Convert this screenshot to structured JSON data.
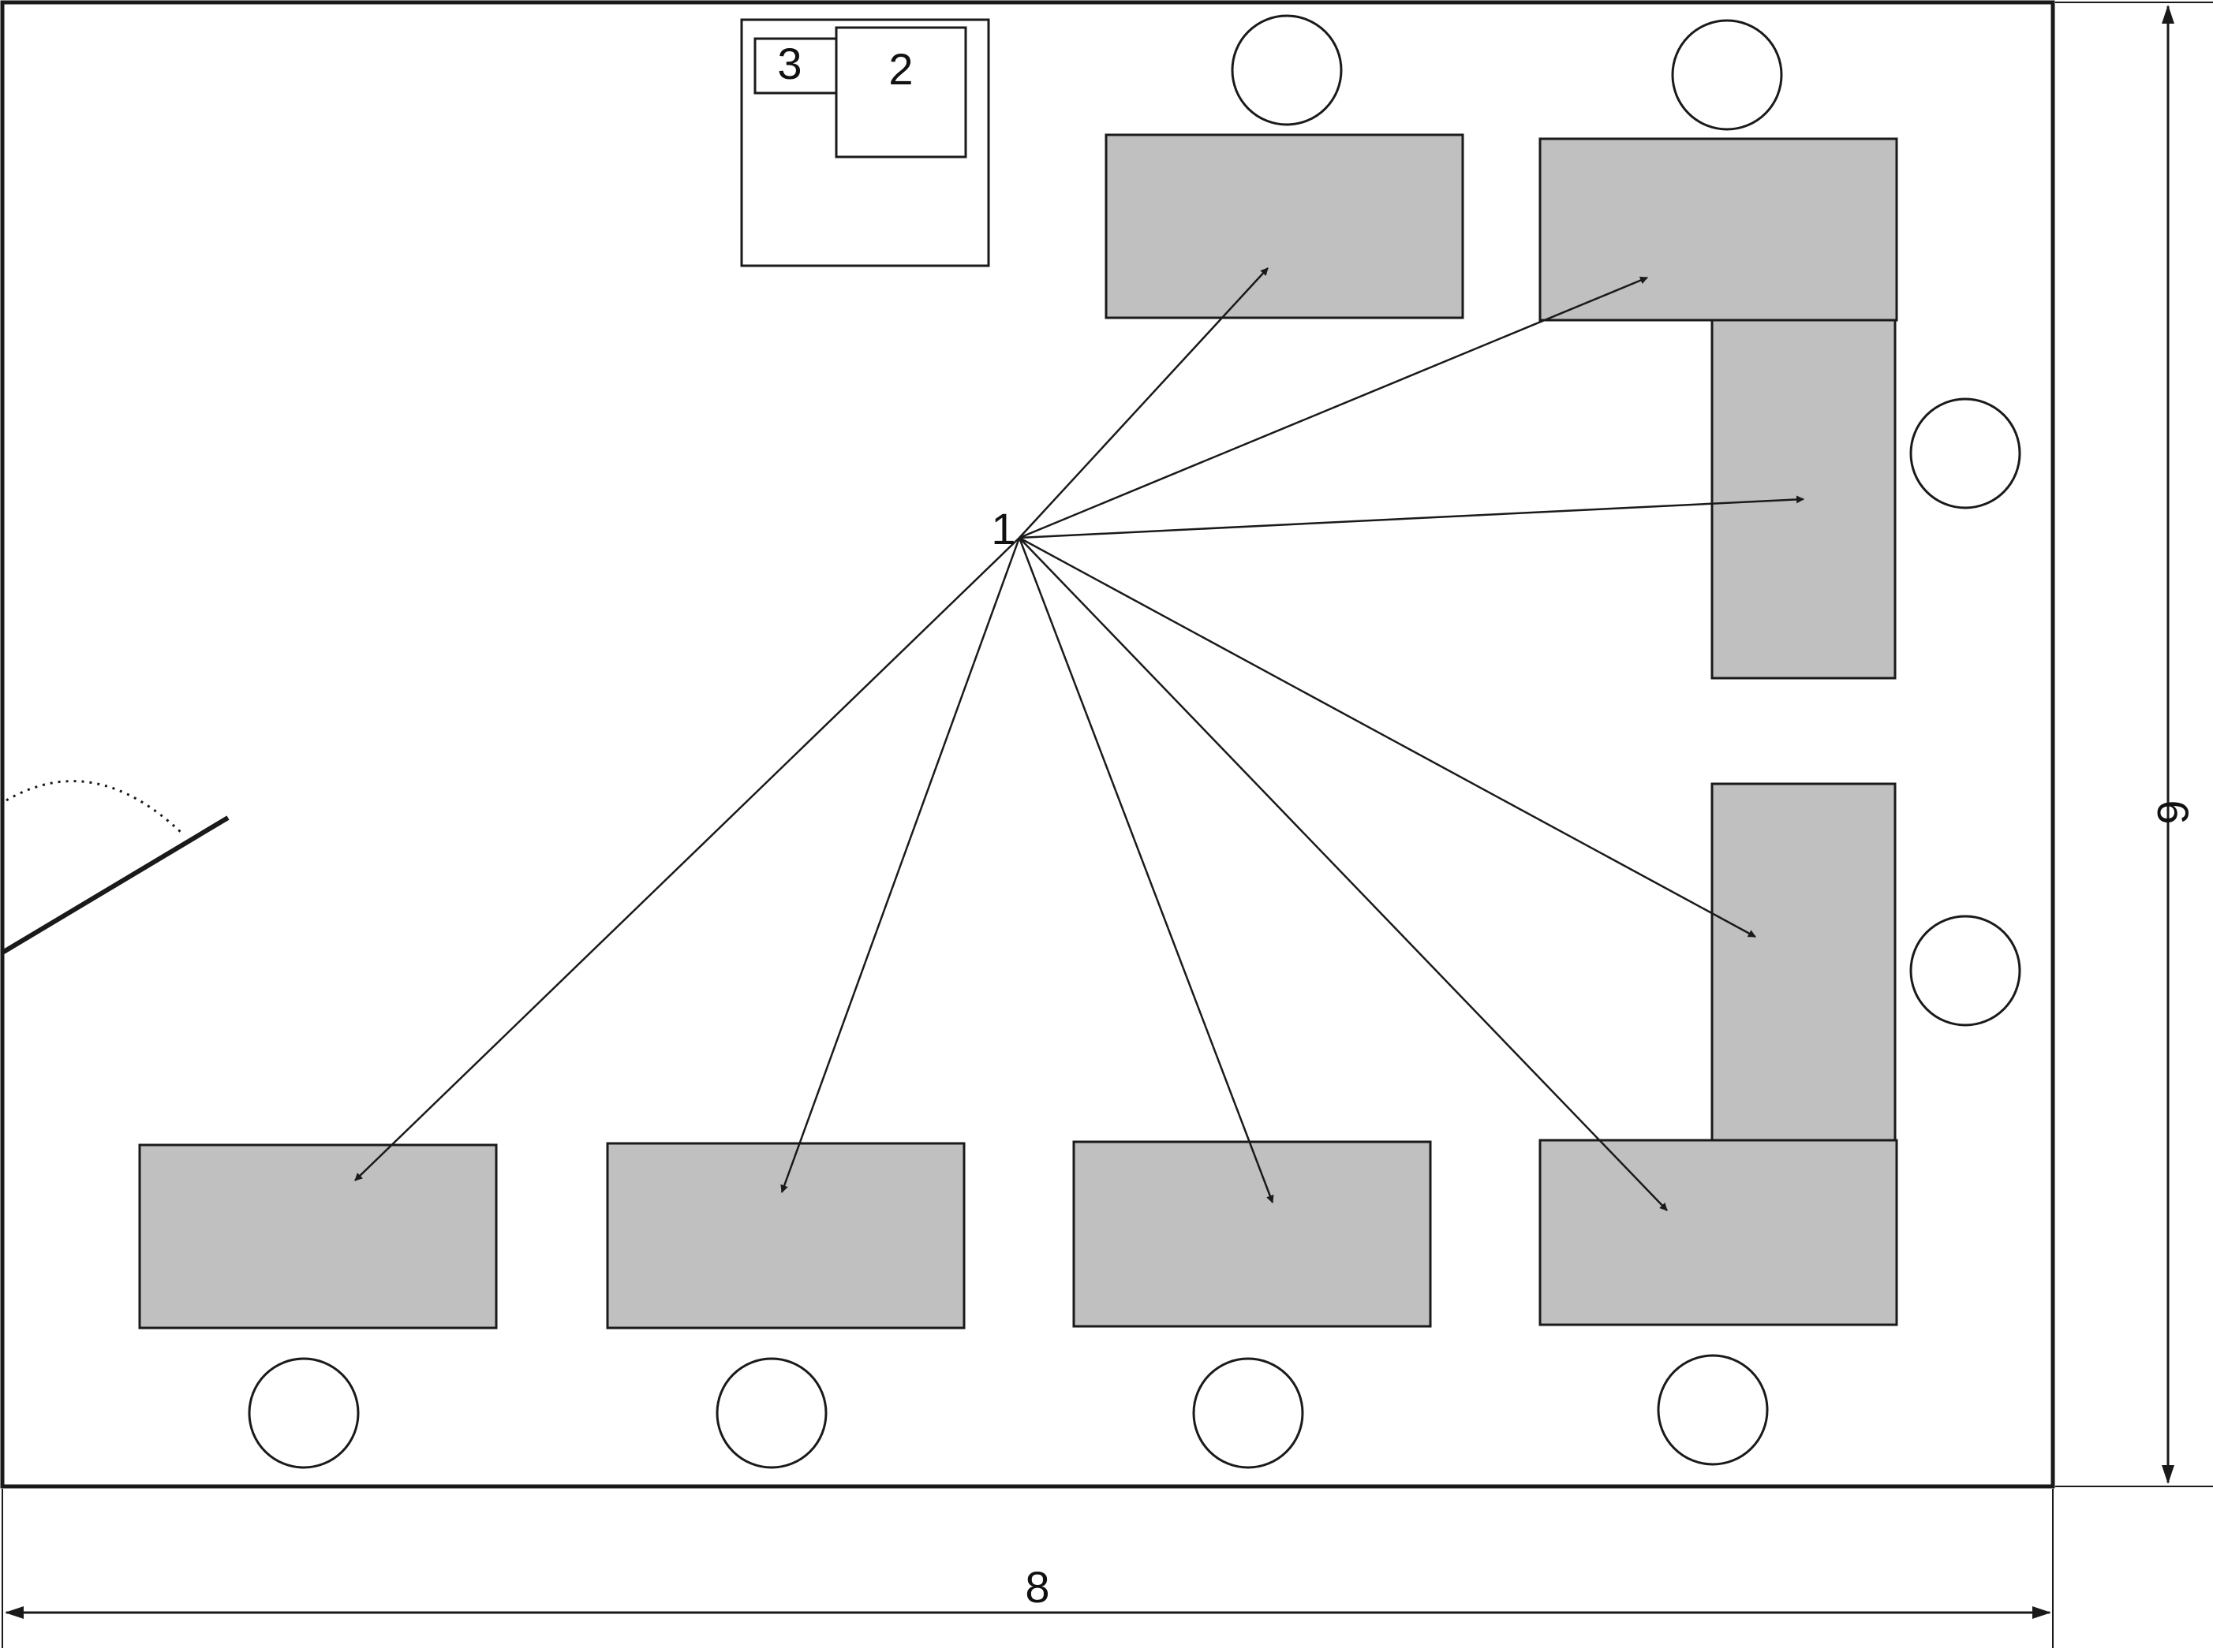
{
  "colors": {
    "stroke": "#1a1a1a",
    "desk_fill": "#c0c0c0",
    "background": "#ffffff"
  },
  "labels": {
    "source_point": "1",
    "equipment_large": "2",
    "equipment_small": "3",
    "width_dimension": "8",
    "height_dimension": "6"
  },
  "desks": [
    {
      "id": "desk-top-1"
    },
    {
      "id": "desk-top-2"
    },
    {
      "id": "desk-right-upper"
    },
    {
      "id": "desk-right-lower"
    },
    {
      "id": "desk-bottom-1"
    },
    {
      "id": "desk-bottom-2"
    },
    {
      "id": "desk-bottom-3"
    },
    {
      "id": "desk-bottom-4"
    }
  ],
  "seats": [
    {
      "id": "seat-top-1"
    },
    {
      "id": "seat-top-2"
    },
    {
      "id": "seat-right-1"
    },
    {
      "id": "seat-right-2"
    },
    {
      "id": "seat-bottom-1"
    },
    {
      "id": "seat-bottom-2"
    },
    {
      "id": "seat-bottom-3"
    },
    {
      "id": "seat-bottom-4"
    }
  ],
  "arrows": [
    {
      "target": "desk-top-1"
    },
    {
      "target": "desk-top-2"
    },
    {
      "target": "desk-right-upper"
    },
    {
      "target": "desk-right-lower"
    },
    {
      "target": "desk-bottom-4"
    },
    {
      "target": "desk-bottom-3"
    },
    {
      "target": "desk-bottom-2"
    },
    {
      "target": "desk-bottom-1"
    }
  ]
}
